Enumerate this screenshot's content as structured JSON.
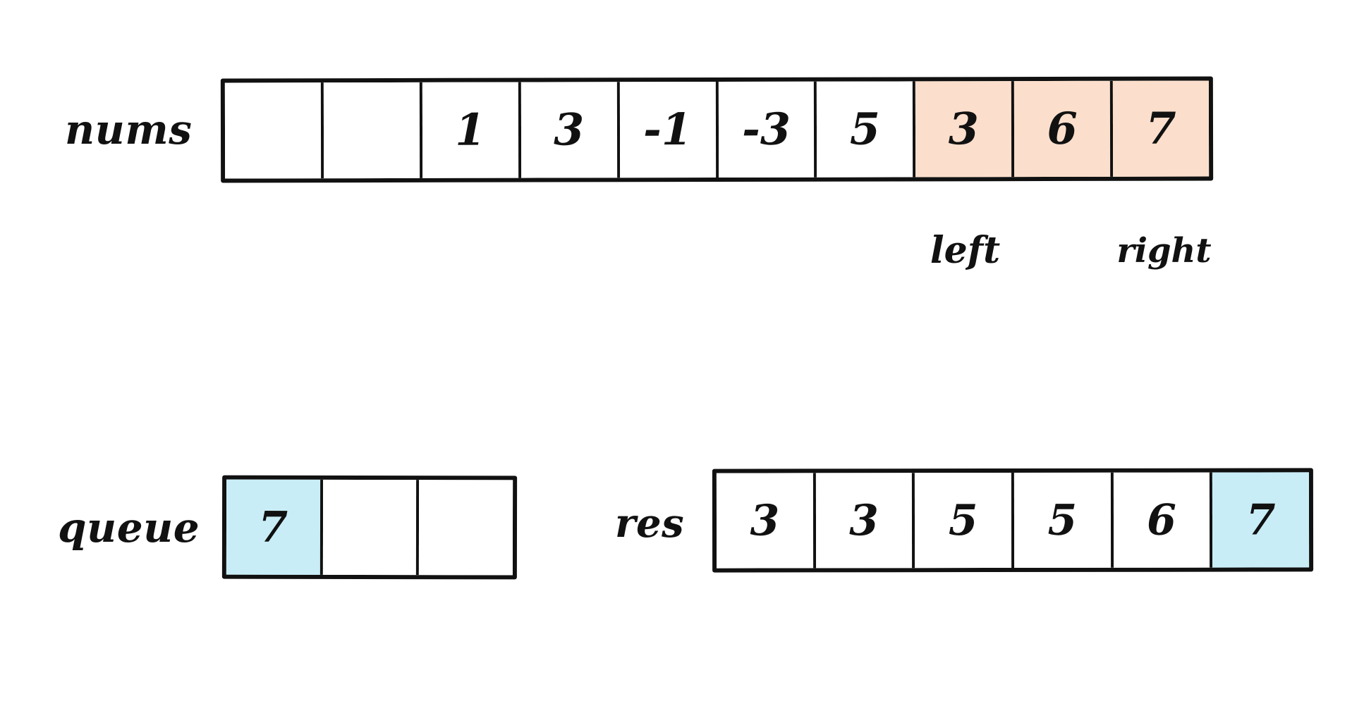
{
  "diagram": {
    "title": "sliding-window-maximum-trace",
    "colors": {
      "ink": "#111111",
      "background": "#ffffff",
      "highlight_peach": "#FBDFCC",
      "highlight_blue": "#C9EDF7"
    }
  },
  "rows": {
    "nums": {
      "label": "nums",
      "cells": [
        {
          "value": "",
          "highlight": "none"
        },
        {
          "value": "",
          "highlight": "none"
        },
        {
          "value": "1",
          "highlight": "none"
        },
        {
          "value": "3",
          "highlight": "none"
        },
        {
          "value": "-1",
          "highlight": "none"
        },
        {
          "value": "-3",
          "highlight": "none"
        },
        {
          "value": "5",
          "highlight": "none"
        },
        {
          "value": "3",
          "highlight": "peach"
        },
        {
          "value": "6",
          "highlight": "peach"
        },
        {
          "value": "7",
          "highlight": "peach"
        }
      ]
    },
    "queue": {
      "label": "queue",
      "cells": [
        {
          "value": "7",
          "highlight": "blue"
        },
        {
          "value": "",
          "highlight": "none"
        },
        {
          "value": "",
          "highlight": "none"
        }
      ]
    },
    "res": {
      "label": "res",
      "cells": [
        {
          "value": "3",
          "highlight": "none"
        },
        {
          "value": "3",
          "highlight": "none"
        },
        {
          "value": "5",
          "highlight": "none"
        },
        {
          "value": "5",
          "highlight": "none"
        },
        {
          "value": "6",
          "highlight": "none"
        },
        {
          "value": "7",
          "highlight": "blue"
        }
      ]
    }
  },
  "pointers": [
    {
      "name": "left",
      "label": "left",
      "cell_index": 7
    },
    {
      "name": "right",
      "label": "right",
      "cell_index": 9
    }
  ]
}
